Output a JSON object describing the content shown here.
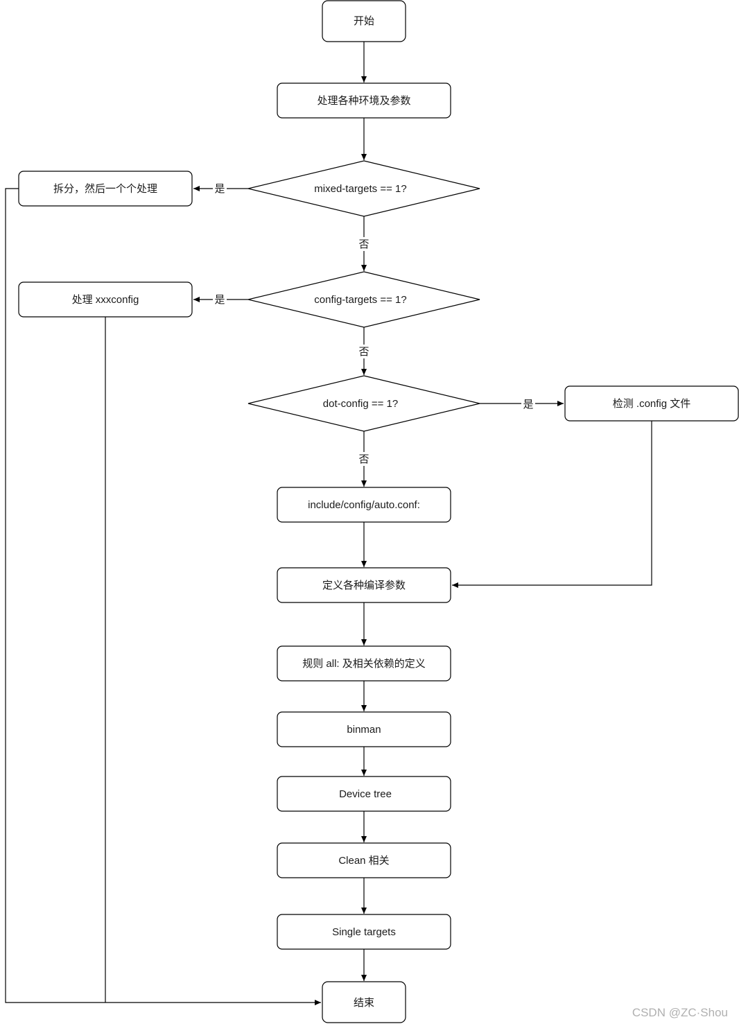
{
  "nodes": {
    "start": "开始",
    "process_env": "处理各种环境及参数",
    "mixed_targets": "mixed-targets == 1?",
    "split_process": "拆分，然后一个个处理",
    "config_targets": "config-targets == 1?",
    "process_xxxconfig": "处理 xxxconfig",
    "dot_config": "dot-config == 1?",
    "check_config_file": "检测 .config 文件",
    "auto_conf": "include/config/auto.conf:",
    "define_params": "定义各种编译参数",
    "rule_all": "规则 all: 及相关依赖的定义",
    "binman": "binman",
    "device_tree": "Device tree",
    "clean": "Clean 相关",
    "single_targets": "Single targets",
    "end": "结束"
  },
  "edge_labels": {
    "yes": "是",
    "no": "否"
  },
  "watermark": "CSDN @ZC·Shou"
}
